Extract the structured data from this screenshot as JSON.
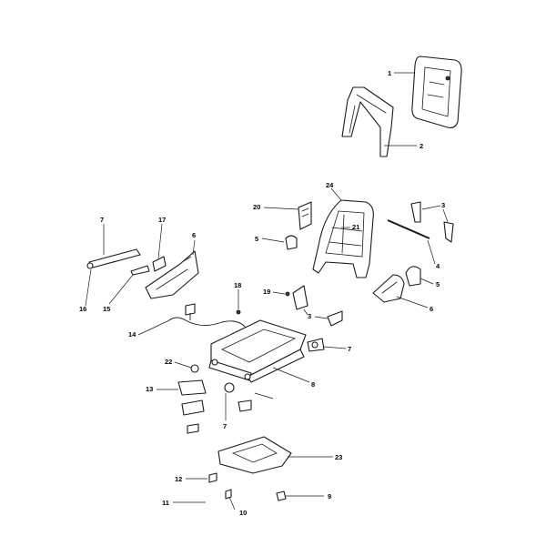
{
  "callouts": {
    "c1": "1",
    "c2": "2",
    "c3a": "3",
    "c3b": "3",
    "c4": "4",
    "c5a": "5",
    "c5b": "5",
    "c6a": "6",
    "c6b": "6",
    "c7a": "7",
    "c7b": "7",
    "c7c": "7",
    "c8": "8",
    "c9": "9",
    "c10": "10",
    "c11": "11",
    "c12": "12",
    "c13": "13",
    "c14": "14",
    "c15": "15",
    "c16": "16",
    "c17": "17",
    "c18": "18",
    "c19": "19",
    "c20": "20",
    "c21": "21",
    "c22": "22",
    "c23": "23",
    "c24": "24"
  }
}
